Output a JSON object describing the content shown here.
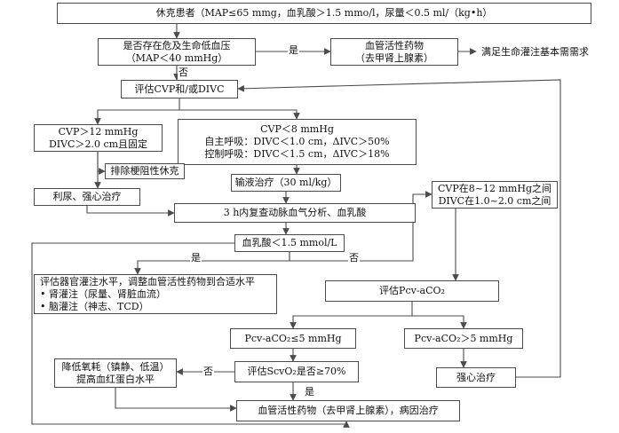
{
  "nodes": {
    "shock": {
      "lines": [
        "休克患者（MAP≤65 mmg，血乳酸＞1.5 mmo/l，尿量＜0.5 ml/（kg•h）"
      ]
    },
    "hypotension": {
      "lines": [
        "是否存在危及生命低血压",
        "（MAP＜40 mmHg）"
      ]
    },
    "vasoactive_top": {
      "lines": [
        "血管活性药物",
        "（去甲肾上腺素）"
      ]
    },
    "perfusion_need": {
      "lines": [
        "满足生命灌注基本需需求"
      ]
    },
    "assess_cvp": {
      "lines": [
        "评估CVP和/或DIVC"
      ]
    },
    "cvp_high": {
      "lines": [
        "CVP＞12 mmHg",
        "DIVC＞2.0 cm且固定"
      ]
    },
    "cvp_low": {
      "lines": [
        "CVP＜8 mmHg",
        "自主呼吸：DIVC＜1.0 cm，ΔIVC＞50%",
        "控制呼吸：DIVC＜1.5 cm，ΔIVC＞18%"
      ]
    },
    "exclude_shock": {
      "lines": [
        "排除梗阻性休克"
      ]
    },
    "fluid": {
      "lines": [
        "输液治疗（30 ml/kg）"
      ]
    },
    "diuresis": {
      "lines": [
        "利尿、强心治疗"
      ]
    },
    "cvp_mid": {
      "lines": [
        "CVP在8~12 mmHg之间",
        "DIVC在1.0~2.0 cm之间"
      ]
    },
    "recheck": {
      "lines": [
        "3 h内复查动脉血气分析、血乳酸"
      ]
    },
    "lactate": {
      "lines": [
        "血乳酸＜1.5 mmol/L"
      ]
    },
    "organ_perfusion": {
      "lines": [
        "评估器官灌注水平，调整血管活性药物到合适水平"
      ],
      "bullets": [
        "肾灌注（尿量、肾脏血流）",
        "脑灌注（神志、TCD）"
      ]
    },
    "assess_pcv": {
      "lines": [
        "评估Pcv-aCO₂"
      ]
    },
    "pcv_low": {
      "lines": [
        "Pcv-aCO₂≤5 mmHg"
      ]
    },
    "pcv_high": {
      "lines": [
        "Pcv-aCO₂＞5 mmHg"
      ]
    },
    "reduce_o2": {
      "lines": [
        "降低氧耗（镇静、低温）",
        "提高血红蛋白水平"
      ]
    },
    "assess_scvo2": {
      "lines": [
        "评估ScvO₂是否≥70%"
      ]
    },
    "inotrope": {
      "lines": [
        "强心治疗"
      ]
    },
    "vasoactive_bottom": {
      "lines": [
        "血管活性药物（去甲肾上腺素），病因治疗"
      ]
    }
  },
  "edge_labels": {
    "yes": "是",
    "no": "否"
  },
  "colors": {
    "stroke": "#4b4b4b",
    "text": "#111111",
    "background": "#ffffff"
  }
}
